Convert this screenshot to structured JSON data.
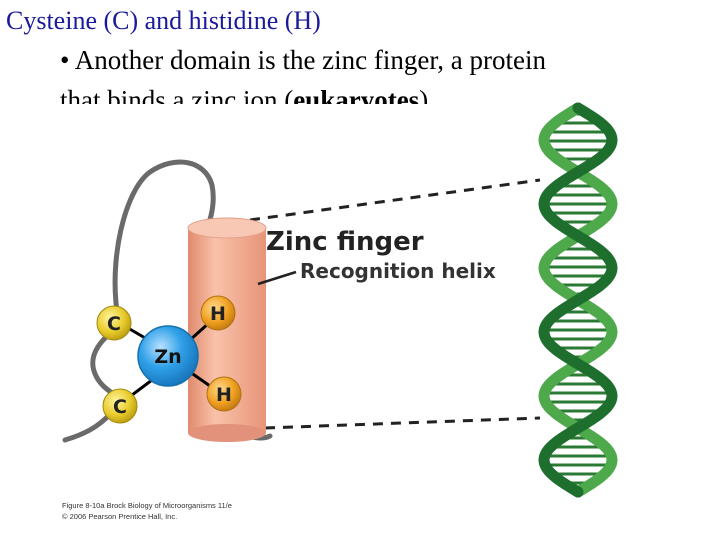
{
  "title": "Cysteine (C) and histidine (H)",
  "bullet": {
    "marker": "•",
    "line1": "Another domain is the zinc finger, a protein",
    "line2_pre": "that binds a zinc ion (",
    "line2_bold": "eukaryotes",
    "line2_post": ")."
  },
  "figure": {
    "heading": "Zinc finger",
    "subheading": "Recognition helix",
    "ion_label": "Zn",
    "residues": {
      "c_top": "C",
      "c_bottom": "C",
      "h_top": "H",
      "h_bottom": "H"
    }
  },
  "credit": {
    "line1": "Figure 8-10a Brock Biology of Microorganisms 11/e",
    "line2": "© 2006 Pearson Prentice Hall, Inc."
  },
  "colors": {
    "title": "#1a1a9a",
    "helix_body": "#f4a88c",
    "helix_top": "#f8c8b4",
    "zinc": "#2fa0e8",
    "cysteine": "#e8cc2a",
    "histidine": "#f0a020",
    "dna_dark": "#1e6e2e",
    "dna_light": "#4ea94a",
    "loop": "#6a6a6a"
  }
}
